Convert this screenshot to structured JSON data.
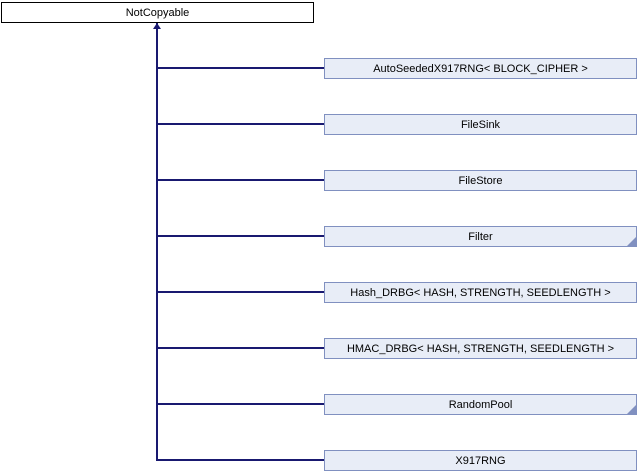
{
  "diagram": {
    "type": "class-inheritance",
    "base_class": {
      "label": "NotCopyable"
    },
    "derived_classes": [
      {
        "label": "AutoSeededX917RNG< BLOCK_CIPHER >",
        "truncated": false
      },
      {
        "label": "FileSink",
        "truncated": false
      },
      {
        "label": "FileStore",
        "truncated": false
      },
      {
        "label": "Filter",
        "truncated": true
      },
      {
        "label": "Hash_DRBG< HASH, STRENGTH, SEEDLENGTH >",
        "truncated": false
      },
      {
        "label": "HMAC_DRBG< HASH, STRENGTH, SEEDLENGTH >",
        "truncated": false
      },
      {
        "label": "RandomPool",
        "truncated": true
      },
      {
        "label": "X917RNG",
        "truncated": false
      }
    ],
    "colors": {
      "background": "#ffffff",
      "line": "#191970",
      "base_fill": "#ffffff",
      "base_border": "#000000",
      "box_fill": "#e8edf7",
      "box_border": "#8090c0",
      "text": "#000000"
    }
  }
}
